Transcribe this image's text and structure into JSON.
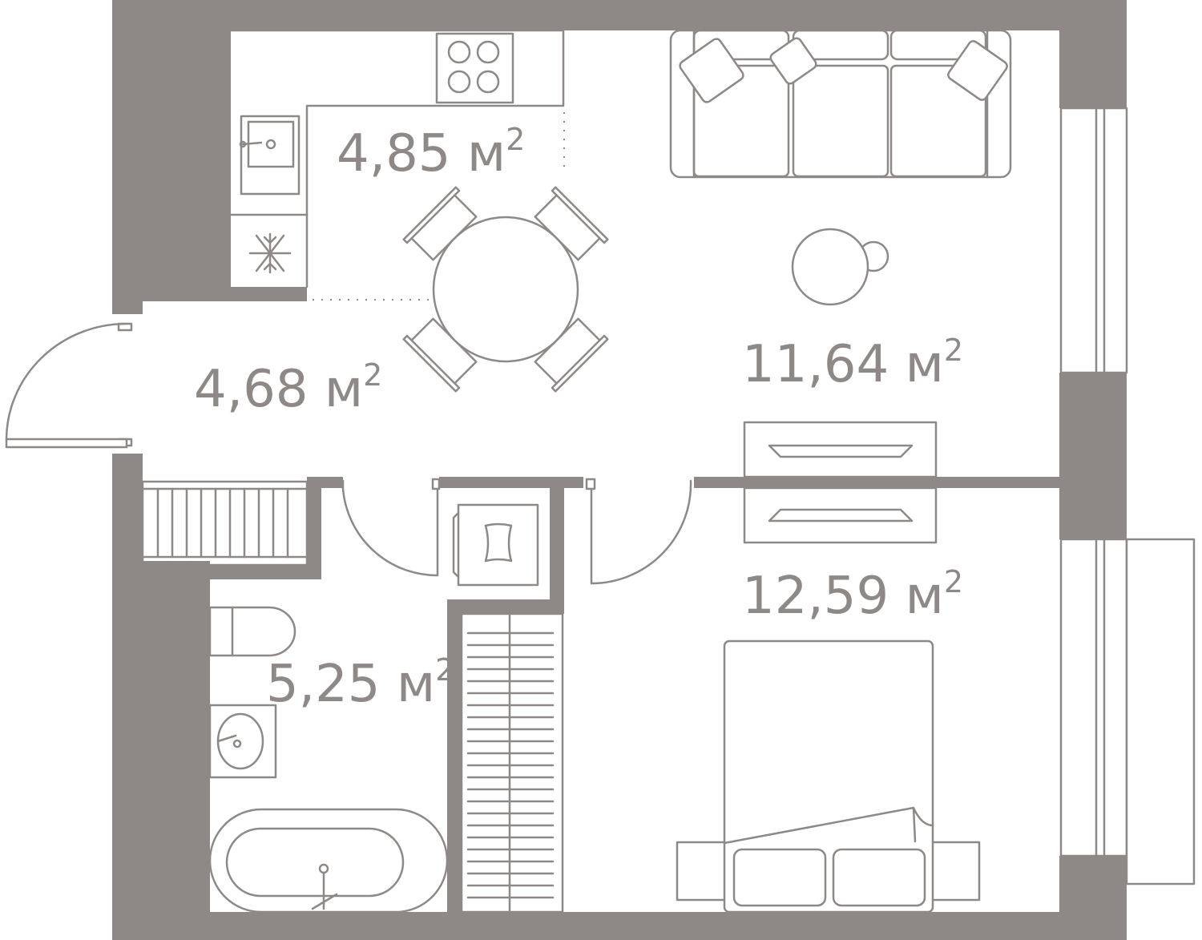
{
  "rooms": {
    "kitchen": {
      "value": "4,85",
      "unit": "м",
      "exponent": "2"
    },
    "hall": {
      "value": "4,68",
      "unit": "м",
      "exponent": "2"
    },
    "living": {
      "value": "11,64",
      "unit": "м",
      "exponent": "2"
    },
    "bedroom": {
      "value": "12,59",
      "unit": "м",
      "exponent": "2"
    },
    "bathroom": {
      "value": "5,25",
      "unit": "м",
      "exponent": "2"
    }
  },
  "colors": {
    "wall": "#8e8986",
    "background": "#ffffff"
  },
  "icons": {
    "stove": "stove-icon",
    "sink": "kitchen-sink-icon",
    "fridge": "snowflake-icon",
    "table": "dining-table-icon",
    "sofa": "sofa-icon",
    "bed": "bed-icon",
    "toilet": "toilet-icon",
    "washer": "washing-machine-icon",
    "bathtub": "bathtub-icon"
  }
}
